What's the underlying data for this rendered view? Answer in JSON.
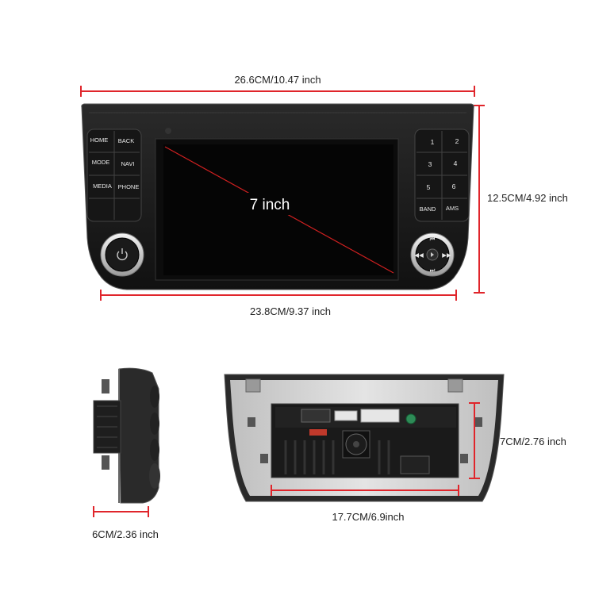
{
  "dimensions": {
    "total_width": "26.6CM/10.47 inch",
    "total_height": "12.5CM/4.92 inch",
    "body_width": "23.8CM/9.37 inch",
    "depth": "6CM/2.36 inch",
    "rear_width": "17.7CM/6.9inch",
    "rear_height": "7CM/2.76 inch"
  },
  "screen": {
    "label": "7 inch"
  },
  "left_buttons": [
    "HOME",
    "BACK",
    "MODE",
    "NAVI",
    "MEDIA",
    "PHONE"
  ],
  "right_buttons": [
    "1",
    "2",
    "3",
    "4",
    "5",
    "6",
    "BAND",
    "AMS"
  ],
  "colors": {
    "dimension_line": "#e0252b",
    "unit_body": "#1b1b1b",
    "screen": "#050505"
  }
}
